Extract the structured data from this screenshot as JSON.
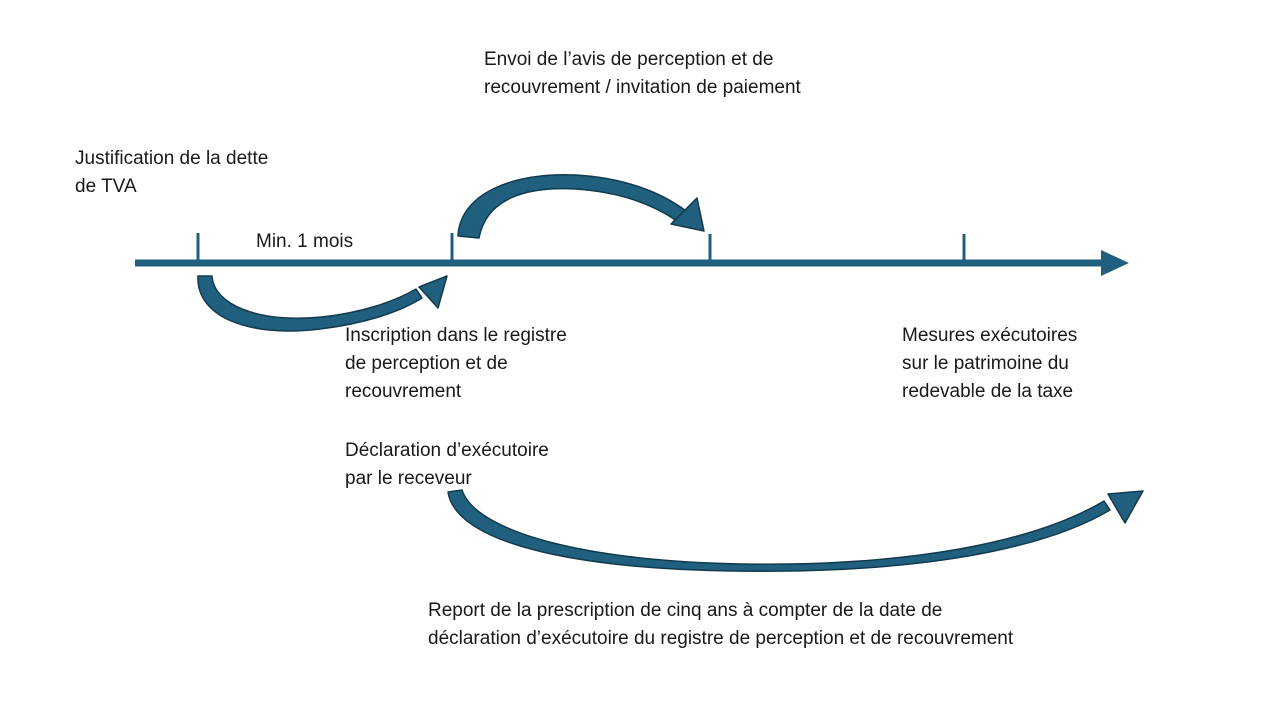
{
  "colors": {
    "accent": "#20607E",
    "accent_dark": "#123A4D",
    "text": "#191919",
    "background": "#ffffff"
  },
  "labels": {
    "envoi": {
      "lines": [
        "Envoi de l’avis de perception et de",
        "recouvrement / invitation de paiement"
      ]
    },
    "justification": {
      "lines": [
        "Justification de la dette",
        "de TVA"
      ]
    },
    "min_delay": {
      "lines": [
        "Min. 1 mois"
      ]
    },
    "inscription": {
      "lines": [
        "Inscription dans le registre",
        "de perception et de",
        "recouvrement"
      ]
    },
    "mesures": {
      "lines": [
        "Mesures exécutoires",
        "sur le patrimoine du",
        "redevable de la taxe"
      ]
    },
    "declaration": {
      "lines": [
        "Déclaration d’exécutoire",
        "par le receveur"
      ]
    },
    "report": {
      "lines": [
        "Report de la prescription de cinq ans à compter de la date de",
        "déclaration d’exécutoire du registre de perception et de recouvrement"
      ]
    }
  }
}
